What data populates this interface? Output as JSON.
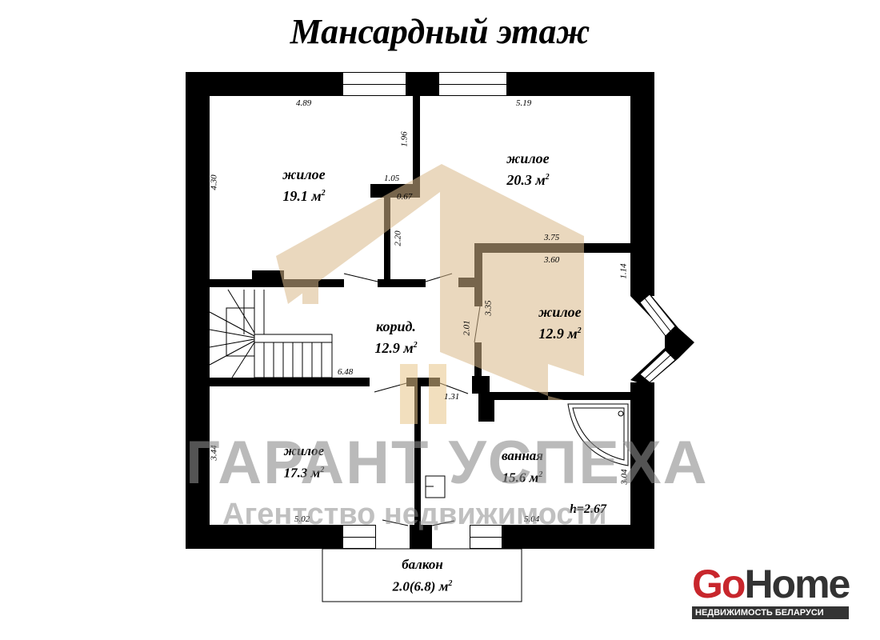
{
  "title": "Мансардный этаж",
  "rooms": [
    {
      "name": "жилое",
      "area": "19.1 м",
      "sup": "2"
    },
    {
      "name": "жилое",
      "area": "20.3 м",
      "sup": "2"
    },
    {
      "name": "корид.",
      "area": "12.9 м",
      "sup": "2"
    },
    {
      "name": "жилое",
      "area": "12.9 м",
      "sup": "2"
    },
    {
      "name": "жилое",
      "area": "17.3 м",
      "sup": "2"
    },
    {
      "name": "ванная",
      "area": "15.6 м",
      "sup": "2"
    },
    {
      "name": "балкон",
      "area": "2.0(6.8) м",
      "sup": "2"
    }
  ],
  "dimensions": [
    "4.89",
    "5.19",
    "1.96",
    "4.30",
    "1.05",
    "0.67",
    "2.20",
    "3.75",
    "3.60",
    "1.14",
    "3.35",
    "2.01",
    "6.48",
    "1.31",
    "3.44",
    "3.04",
    "5.02",
    "5.04"
  ],
  "height": "h=2.67",
  "watermark": {
    "main": "ГАРАНТ УСПЕХА",
    "sub": "Агентство недвижимости",
    "roof_color": "#d9b98a"
  },
  "logo": {
    "go": "Go",
    "home": "Home",
    "tagline": "НЕДВИЖИМОСТЬ БЕЛАРУСИ",
    "go_color": "#c8262c",
    "home_color": "#333333"
  }
}
